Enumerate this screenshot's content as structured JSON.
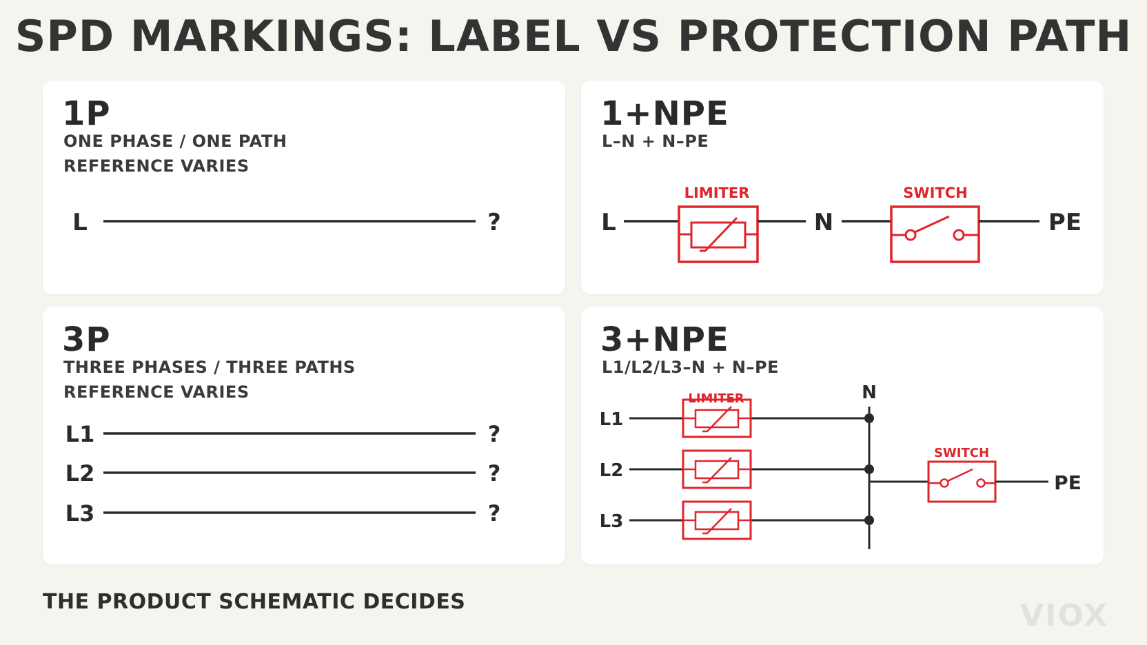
{
  "title": "SPD MARKINGS: LABEL VS PROTECTION PATH",
  "panels": {
    "p1": {
      "label": "1P",
      "line1": "ONE PHASE / ONE PATH",
      "line2": "REFERENCE VARIES",
      "conductors": [
        "L"
      ],
      "unknown_mark": "?"
    },
    "p2": {
      "label": "1+NPE",
      "line1": "L–N + N–PE",
      "limiter_label": "LIMITER",
      "switch_label": "SWITCH",
      "nodes": [
        "L",
        "N",
        "PE"
      ]
    },
    "p3": {
      "label": "3P",
      "line1": "THREE PHASES / THREE PATHS",
      "line2": "REFERENCE VARIES",
      "conductors": [
        "L1",
        "L2",
        "L3"
      ],
      "unknown_mark": "?"
    },
    "p4": {
      "label": "3+NPE",
      "line1": "L1/L2/L3–N + N–PE",
      "limiter_label": "LIMITER",
      "switch_label": "SWITCH",
      "phases": [
        "L1",
        "L2",
        "L3"
      ],
      "neutral": "N",
      "earth": "PE"
    }
  },
  "footer": "THE PRODUCT SCHEMATIC DECIDES",
  "logo": "VIOX",
  "colors": {
    "accent": "#e0242b",
    "line": "#2a2a2a",
    "panel": "#ffffff",
    "background": "#f6f4ef"
  }
}
